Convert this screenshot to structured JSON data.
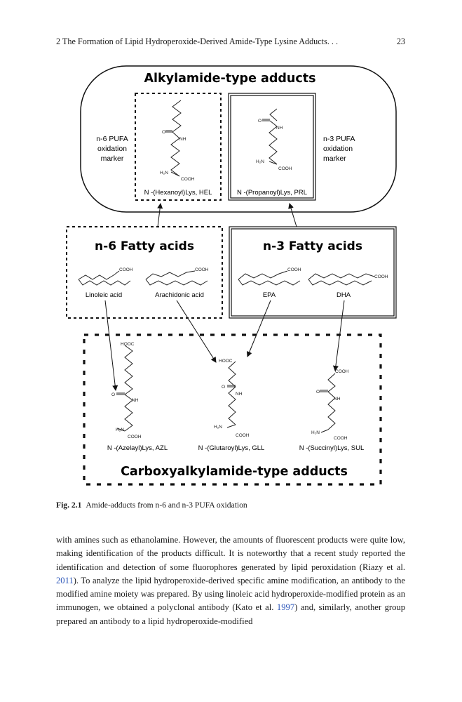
{
  "running_head": {
    "chapter": "2   The Formation of Lipid Hydroperoxide-Derived Amide-Type Lysine Adducts. . .",
    "page_number": "23"
  },
  "figure": {
    "top_panel": {
      "title": "Alkylamide-type adducts",
      "left_note": [
        "n-6 PUFA",
        "oxidation",
        "marker"
      ],
      "right_note": [
        "n-3 PUFA",
        "oxidation",
        "marker"
      ],
      "hel_label": "N -(Hexanoyl)Lys, HEL",
      "prl_label": "N -(Propanoyl)Lys, PRL"
    },
    "n6_panel": {
      "title": "n-6 Fatty acids",
      "acids": [
        "Linoleic acid",
        "Arachidonic acid"
      ]
    },
    "n3_panel": {
      "title": "n-3 Fatty acids",
      "acids": [
        "EPA",
        "DHA"
      ]
    },
    "bottom_panel": {
      "title": "Carboxyalkylamide-type adducts",
      "adducts": [
        "N -(Azelayl)Lys, AZL",
        "N -(Glutaroyl)Lys, GLL",
        "N -(Succinyl)Lys, SUL"
      ]
    },
    "atoms": {
      "o": "O",
      "nh": "NH",
      "h2n": "H₂N",
      "cooh": "COOH",
      "hooc": "HOOC"
    }
  },
  "caption": {
    "label": "Fig. 2.1",
    "text": "Amide-adducts from n-6 and n-3 PUFA oxidation"
  },
  "paragraph": {
    "part1": "with amines such as ethanolamine. However, the amounts of fluorescent products were quite low, making identification of the products difficult. It is noteworthy that a recent study reported the identification and detection of some fluorophores generated by lipid peroxidation (Riazy et al. ",
    "ref1": "2011",
    "part2": "). To analyze the lipid hydroperoxide-derived specific amine modification, an antibody to the modified amine moiety was prepared. By using linoleic acid hydroperoxide-modified protein as an immunogen, we obtained a polyclonal antibody (Kato et al. ",
    "ref2": "1997",
    "part3": ") and, similarly, another group prepared an antibody to a lipid hydroperoxide-modified"
  }
}
